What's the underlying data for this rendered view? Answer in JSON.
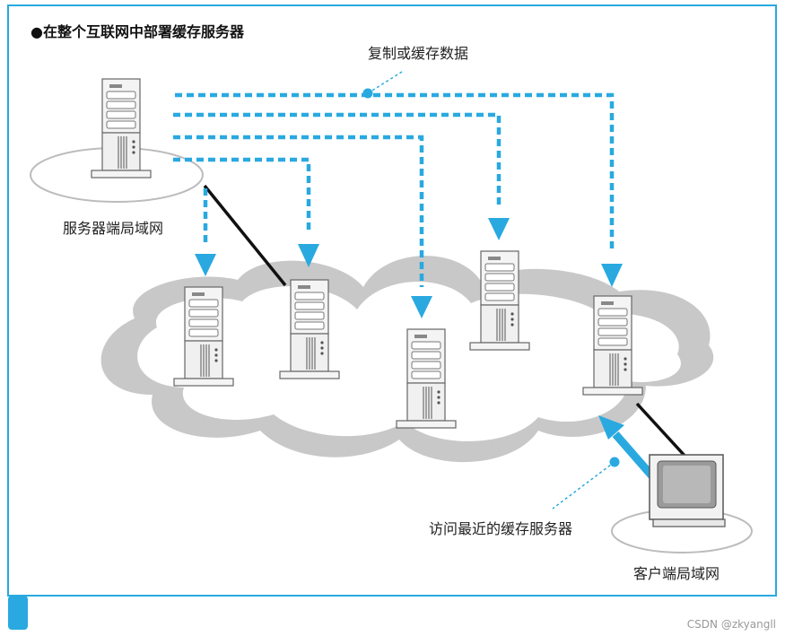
{
  "title": "●在整个互联网中部署缓存服务器",
  "labels": {
    "replicate": "复制或缓存数据",
    "server_lan": "服务器端局域网",
    "access_nearest": "访问最近的缓存服务器",
    "client_lan": "客户端局域网"
  },
  "watermark": "CSDN @zkyangll",
  "colors": {
    "frame": "#29a9e0",
    "arrow": "#29a9e0",
    "cloud_outer": "#c8c8c8",
    "cloud_inner": "#ffffff",
    "lan": "#d9d9d9",
    "link": "#111111"
  },
  "icons": [
    "origin-server-icon",
    "cache-server-icon",
    "client-monitor-icon"
  ]
}
